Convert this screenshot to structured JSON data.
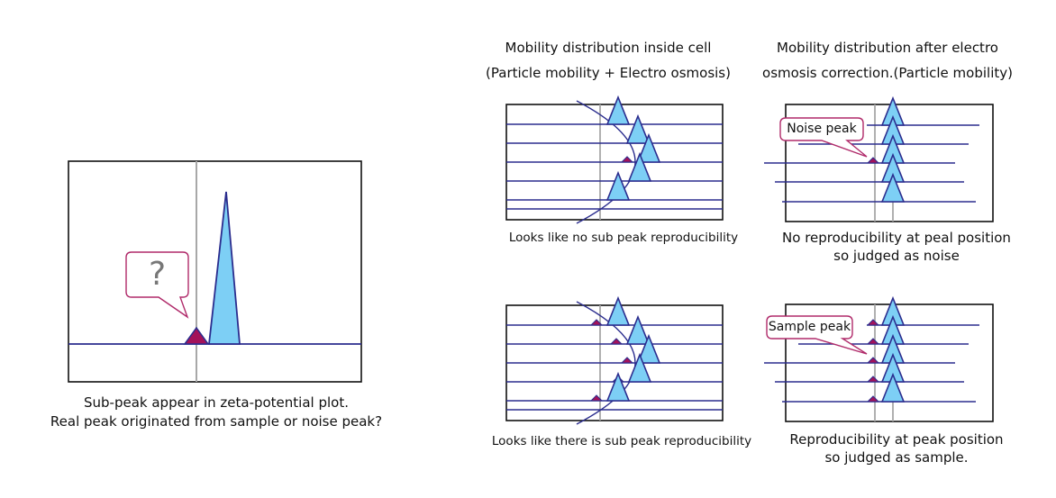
{
  "colors": {
    "line": "#2b2d8e",
    "peak_fill": "#7dcff5",
    "subpeak_fill": "#a3125a",
    "callout_border": "#b02a6a",
    "axis_gray": "#a8a8a8",
    "frame": "#111111",
    "question_mark": "#777777"
  },
  "left_panel": {
    "question_mark": "?",
    "caption_line1": "Sub-peak appear in zeta-potential plot.",
    "caption_line2": "Real peak originated from sample or noise peak?"
  },
  "header_cell": {
    "line1": "Mobility distribution inside cell",
    "line2": "(Particle mobility + Electro osmosis)"
  },
  "header_corrected": {
    "line1": "Mobility distribution after electro",
    "line2": "osmosis correction.(Particle mobility)"
  },
  "panel_top_left": {
    "caption": "Looks like no sub peak reproducibility"
  },
  "panel_top_right": {
    "callout": "Noise peak",
    "caption_line1": "No reproducibility at peal position",
    "caption_line2": "so judged as noise"
  },
  "panel_bottom_left": {
    "caption": "Looks like there is sub peak reproducibility"
  },
  "panel_bottom_right": {
    "callout": "Sample peak",
    "caption_line1": "Reproducibility at peak position",
    "caption_line2": "so judged as sample."
  }
}
